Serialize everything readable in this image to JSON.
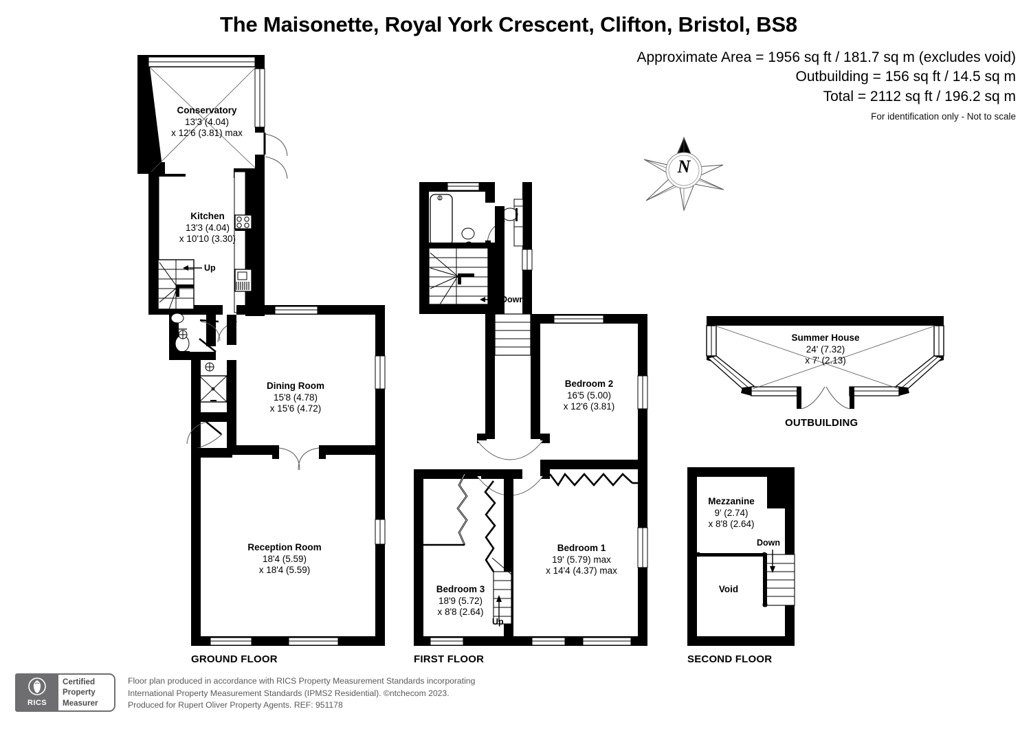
{
  "header": {
    "title": "The Maisonette, Royal York Crescent, Clifton, Bristol, BS8",
    "approx_area": "Approximate Area = 1956 sq ft / 181.7 sq m (excludes void)",
    "outbuilding_area": "Outbuilding = 156 sq ft / 14.5 sq m",
    "total_area": "Total = 2112 sq ft / 196.2 sq m",
    "disclaimer": "For identification only - Not to scale"
  },
  "compass": {
    "label": "N"
  },
  "floors": [
    {
      "name": "GROUND FLOOR",
      "rooms": [
        {
          "name": "Conservatory",
          "dim1": "13'3 (4.04)",
          "dim2": "x 12'6 (3.81) max"
        },
        {
          "name": "Kitchen",
          "dim1": "13'3 (4.04)",
          "dim2": "x 10'10 (3.30)"
        },
        {
          "name": "Dining Room",
          "dim1": "15'8 (4.78)",
          "dim2": "x 15'6 (4.72)"
        },
        {
          "name": "Reception Room",
          "dim1": "18'4 (5.59)",
          "dim2": "x 18'4 (5.59)"
        }
      ],
      "stair_labels": [
        "Up"
      ]
    },
    {
      "name": "FIRST FLOOR",
      "rooms": [
        {
          "name": "Bedroom 2",
          "dim1": "16'5 (5.00)",
          "dim2": "x 12'6 (3.81)"
        },
        {
          "name": "Bedroom 1",
          "dim1": "19' (5.79) max",
          "dim2": "x 14'4 (4.37) max"
        },
        {
          "name": "Bedroom 3",
          "dim1": "18'9 (5.72)",
          "dim2": "x 8'8 (2.64)"
        }
      ],
      "stair_labels": [
        "Down",
        "Up"
      ]
    },
    {
      "name": "SECOND FLOOR",
      "rooms": [
        {
          "name": "Mezzanine",
          "dim1": "9' (2.74)",
          "dim2": "x 8'8 (2.64)"
        },
        {
          "name": "Void",
          "dim1": "",
          "dim2": ""
        }
      ],
      "stair_labels": [
        "Down"
      ]
    },
    {
      "name": "OUTBUILDING",
      "rooms": [
        {
          "name": "Summer House",
          "dim1": "24' (7.32)",
          "dim2": "x 7' (2.13)"
        }
      ],
      "stair_labels": []
    }
  ],
  "footer": {
    "line1": "Floor plan produced in accordance with RICS Property Measurement Standards incorporating",
    "line2": "International Property Measurement Standards (IPMS2 Residential).   ©ntchecom 2023.",
    "line3": "Produced for Rupert Oliver Property Agents.   REF: 951178",
    "badge_brand": "RICS",
    "badge_line1": "Certified",
    "badge_line2": "Property",
    "badge_line3": "Measurer"
  }
}
